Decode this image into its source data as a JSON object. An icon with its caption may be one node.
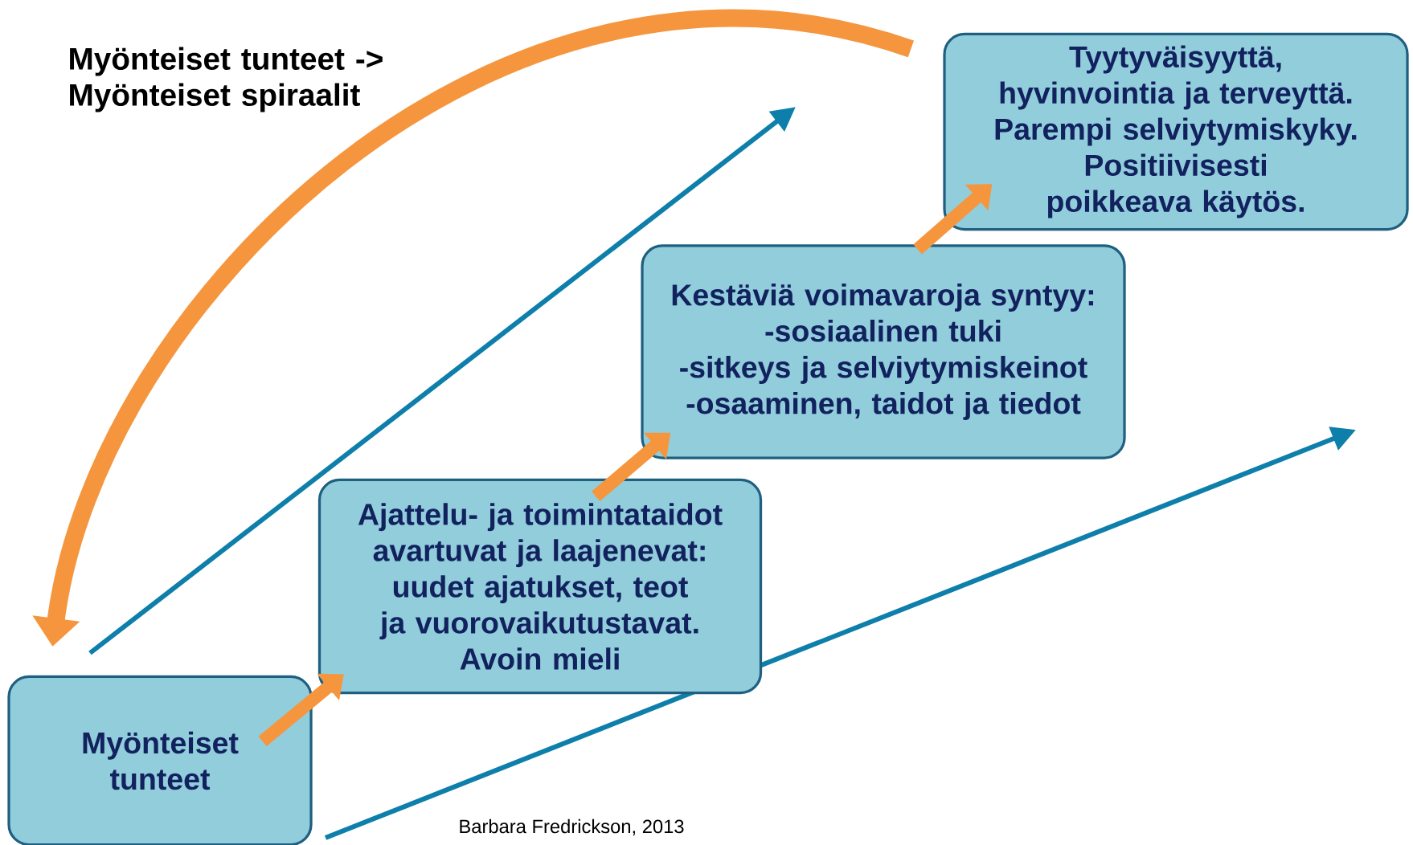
{
  "diagram": {
    "title": "Myönteiset tunteet -> Myönteiset spiraalit",
    "caption": "Barbara Fredrickson, 2013",
    "nodes": [
      {
        "text": [
          "Myönteiset tunteet"
        ]
      },
      {
        "text": [
          "Ajattelu- ja toimintataidot avartuvat ja laajenevat: uudet ajatukset, teot ja vuorovaikutustavat.",
          "Avoin mieli"
        ]
      },
      {
        "text": [
          "Kestäviä voimavaroja syntyy:",
          "-sosiaalinen tuki",
          "-sitkeys ja selviytymiskeinot",
          "-osaaminen, taidot ja tiedot"
        ]
      },
      {
        "text": [
          "Tyytyväisyyttä, hyvinvointia ja terveyttä.",
          "Parempi selviytymiskyky.",
          "Positiivisesti poikkeava käytös."
        ]
      }
    ],
    "edges": [
      {
        "from": 0,
        "to": 1,
        "arrow": "to"
      },
      {
        "from": 1,
        "to": 2,
        "arrow": "to"
      },
      {
        "from": 2,
        "to": 3,
        "arrow": "to"
      },
      {
        "from": 3,
        "to": 0,
        "arrow": "to"
      }
    ]
  }
}
